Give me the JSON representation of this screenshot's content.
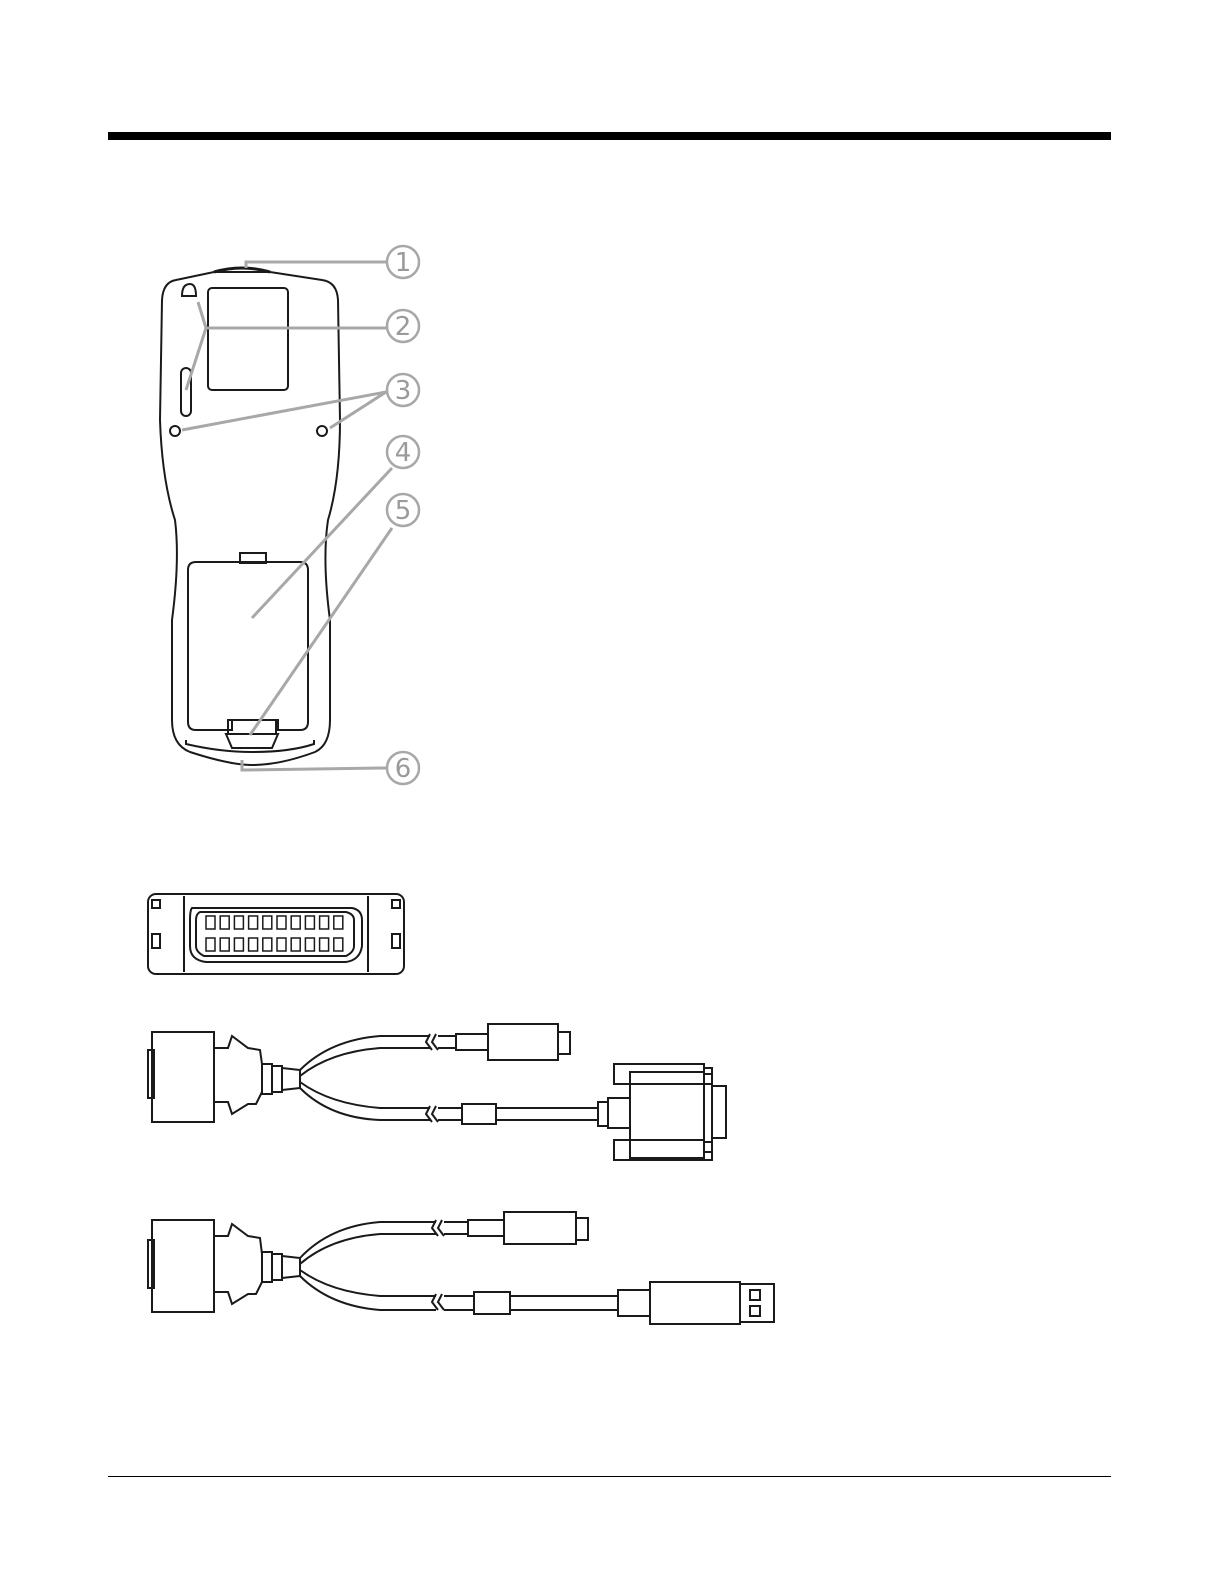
{
  "callouts": [
    "1",
    "2",
    "3",
    "4",
    "5",
    "6"
  ],
  "colors": {
    "line": "#1a1a1a",
    "callout": "#a8a8a8",
    "rule": "#000000"
  },
  "figures": {
    "device_back": "terminal-rear-view",
    "connector_face": "multi-pin-connector",
    "cable_serial": "y-cable-power-db9",
    "cable_usb": "y-cable-power-usb"
  }
}
